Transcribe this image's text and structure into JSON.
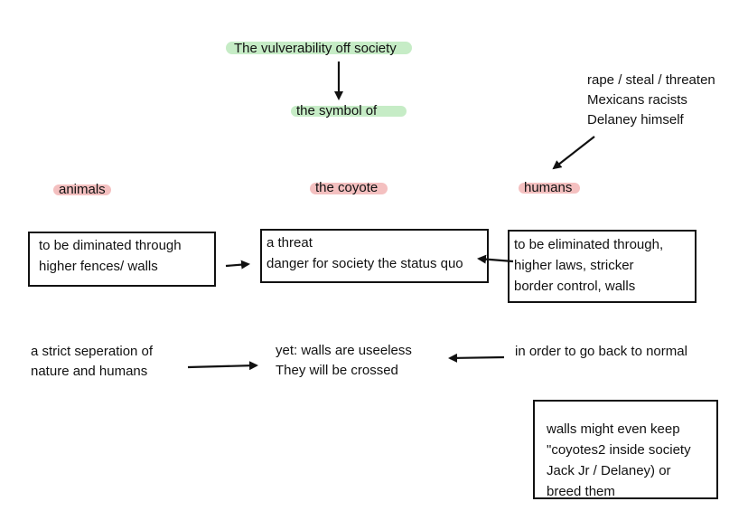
{
  "title": "The vulverability off society",
  "symbol": "the symbol of",
  "side_note": {
    "lines": [
      "rape / steal / threaten",
      "Mexicans racists",
      "Delaney himself"
    ]
  },
  "columns": {
    "animals": "animals",
    "coyote": "the coyote",
    "humans": "humans"
  },
  "boxes": {
    "animals": [
      "to be diminated through",
      "higher fences/ walls"
    ],
    "coyote": [
      "a threat",
      "danger for society the status quo"
    ],
    "humans": [
      "to be eliminated through,",
      "higher laws, stricker",
      "border control, walls"
    ]
  },
  "bottom": {
    "left": [
      "a strict seperation of",
      "nature and humans"
    ],
    "center": [
      "yet: walls are useeless",
      "They will be crossed"
    ],
    "right": "in order to go back to normal"
  },
  "note_box": [
    "walls might even keep",
    "\"coyotes2 inside society",
    "Jack Jr / Delaney) or",
    "breed them"
  ],
  "colors": {
    "green_highlight": "#bfe9bf",
    "red_highlight": "#f3b8b8",
    "ink": "#111111"
  }
}
